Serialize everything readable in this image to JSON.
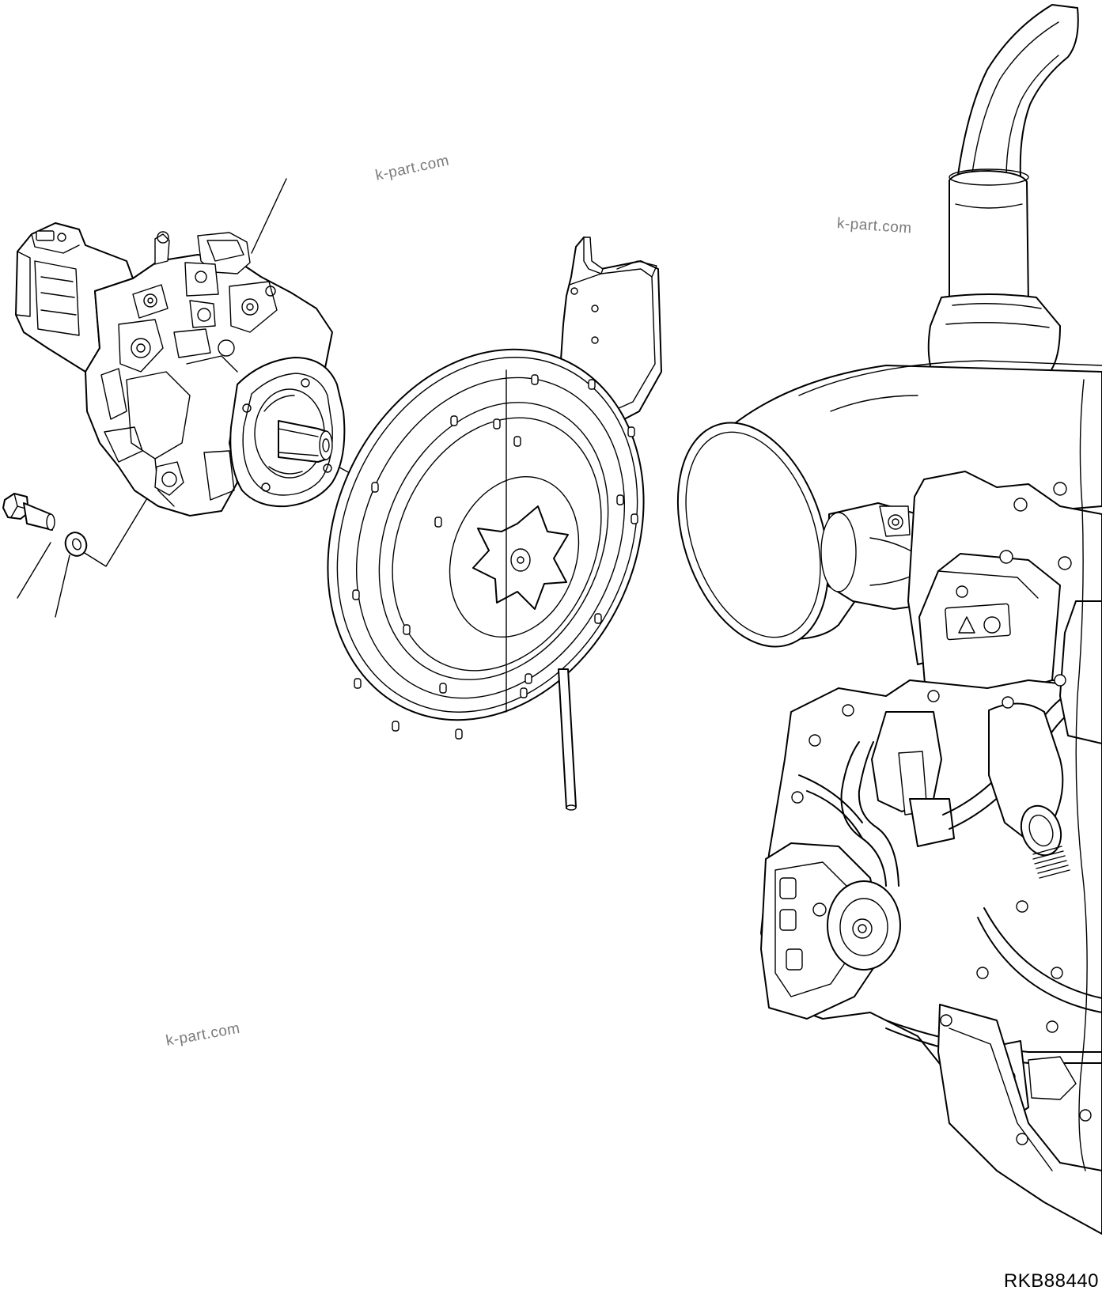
{
  "diagram": {
    "drawing_code": "RKB88440",
    "watermarks": [
      "k-part.com",
      "k-part.com",
      "k-part.com"
    ],
    "parts": [
      {
        "name": "hydraulic-pump",
        "icon": "pump-icon"
      },
      {
        "name": "bolt",
        "icon": "bolt-icon"
      },
      {
        "name": "washer",
        "icon": "washer-icon"
      },
      {
        "name": "flywheel-coupling",
        "icon": "flywheel-icon"
      },
      {
        "name": "engine",
        "icon": "engine-icon"
      }
    ],
    "line_color": "#000000",
    "watermark_color": "#7a7a7a"
  }
}
